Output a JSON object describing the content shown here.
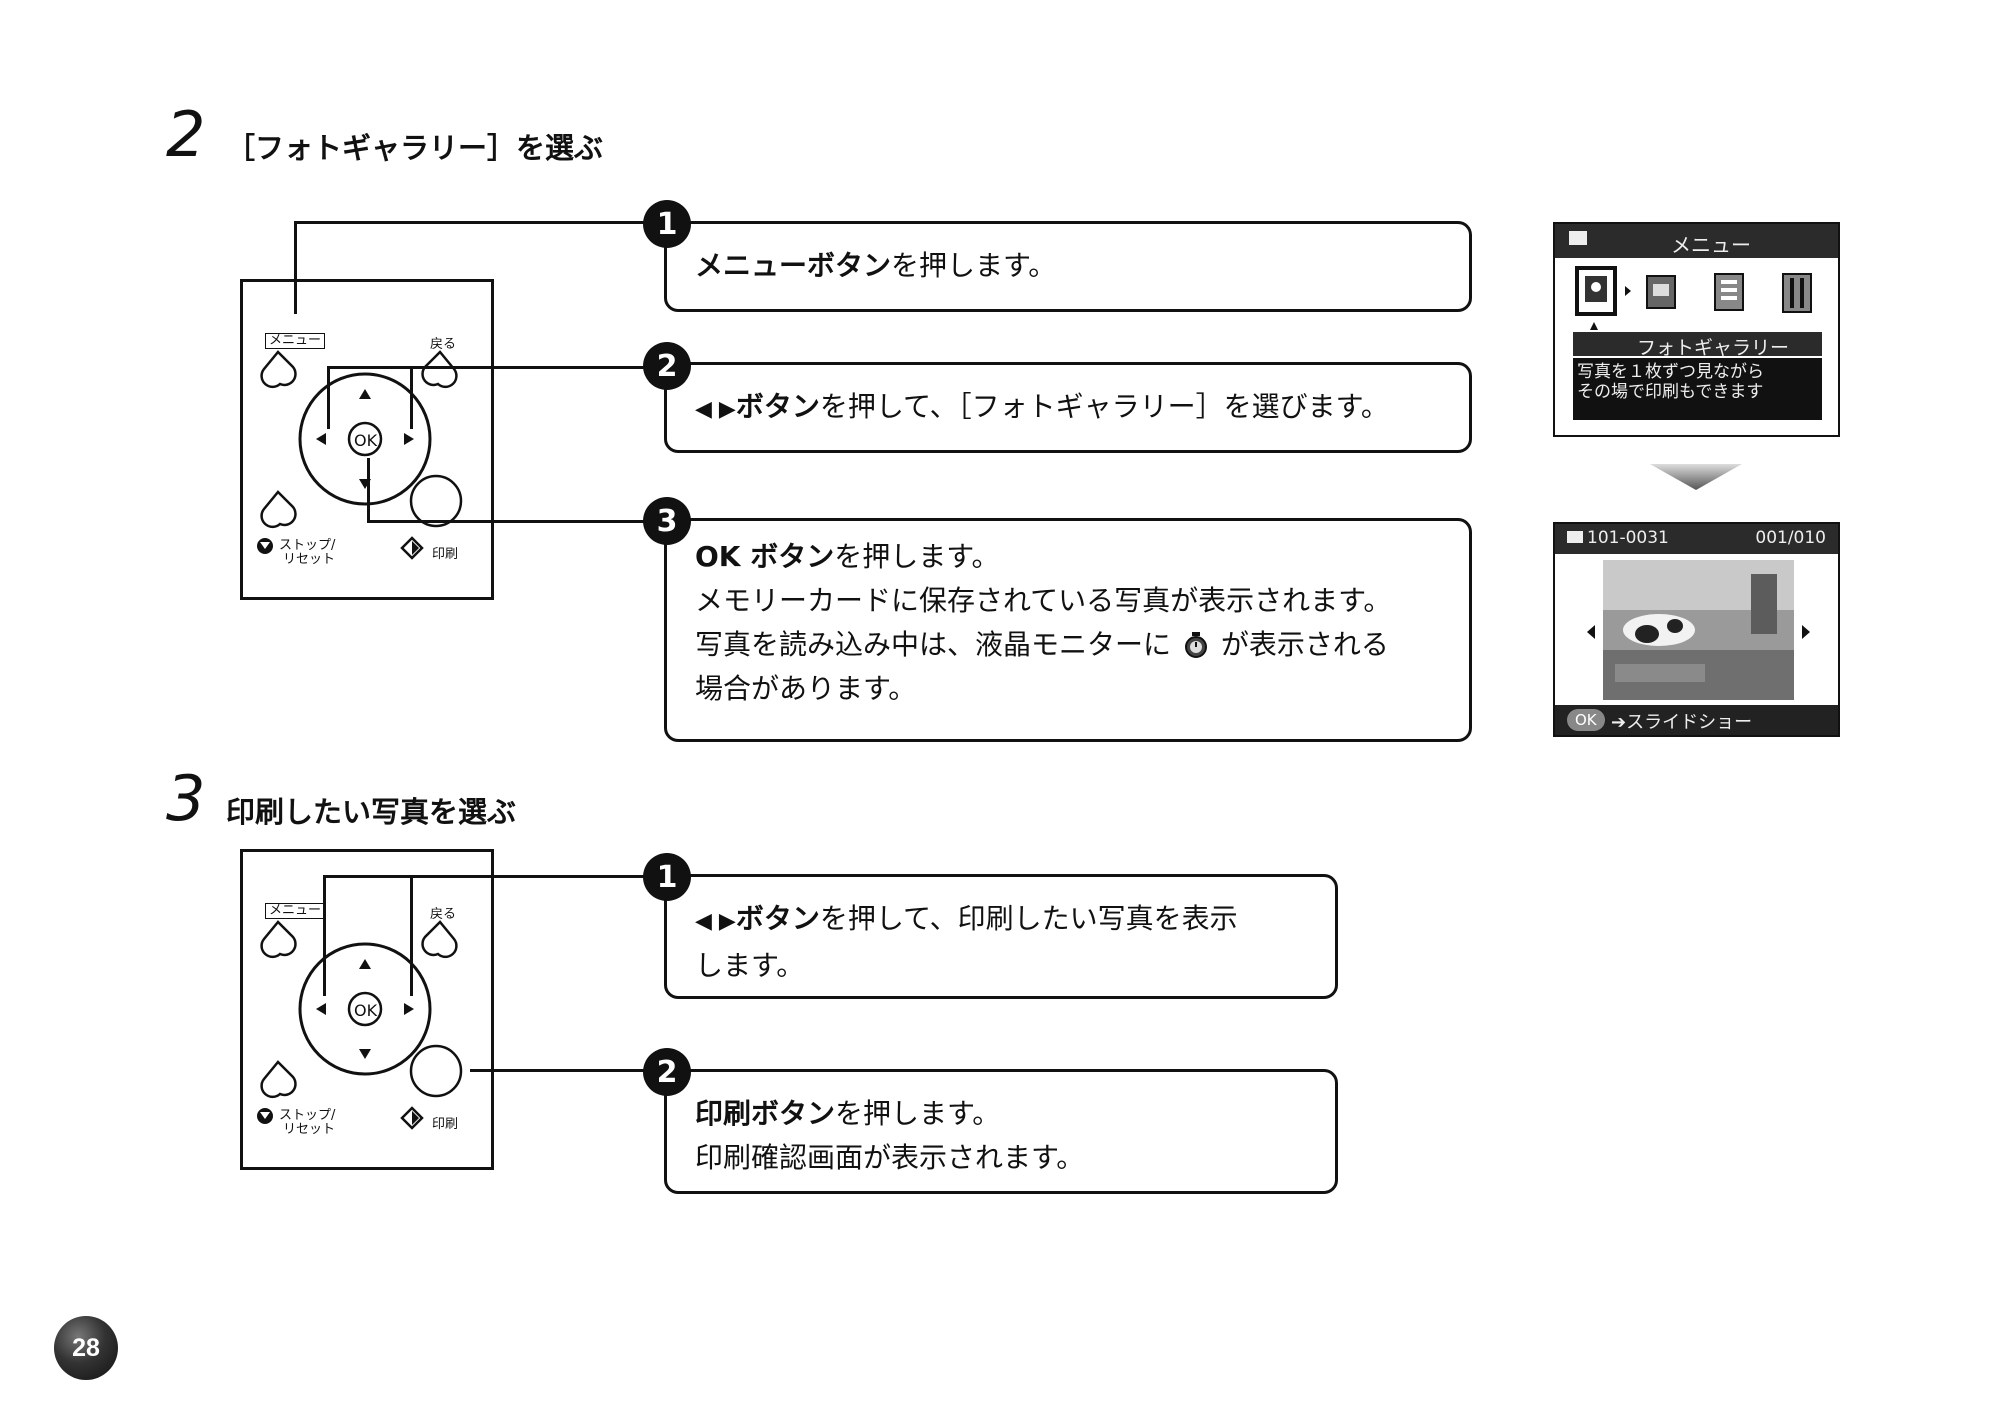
{
  "step2": {
    "number": "2",
    "title": "［フォトギャラリー］を選ぶ",
    "items": [
      {
        "badge": "1",
        "bold": "メニューボタン",
        "text": "を押します。",
        "lines": []
      },
      {
        "badge": "2",
        "arrows": "◀ ▶",
        "bold": "ボタン",
        "text": "を押して、［フォトギャラリー］を選びます。",
        "lines": []
      },
      {
        "badge": "3",
        "bold": "OK ボタン",
        "text": "を押します。",
        "lines": [
          "メモリーカードに保存されている写真が表示されます。",
          "写真を読み込み中は、液晶モニターに",
          "が表示される",
          "場合があります。"
        ]
      }
    ],
    "timer_icon": "timer-icon"
  },
  "step3": {
    "number": "3",
    "title": "印刷したい写真を選ぶ",
    "items": [
      {
        "badge": "1",
        "arrows": "◀ ▶",
        "bold": "ボタン",
        "text": "を押して、印刷したい写真を表示",
        "lines": [
          "します。"
        ]
      },
      {
        "badge": "2",
        "bold": "印刷ボタン",
        "text": "を押します。",
        "lines": [
          "印刷確認画面が表示されます。"
        ]
      }
    ]
  },
  "panel": {
    "menu_label": "メニュー",
    "back_label": "戻る",
    "ok_label": "OK",
    "stop_label_1": "ストップ/",
    "stop_label_2": "リセット",
    "print_label": "印刷"
  },
  "lcd_menu": {
    "header": "メニュー",
    "caption": "フォトギャラリー",
    "desc_1": "写真を１枚ずつ見ながら",
    "desc_2": "その場で印刷もできます",
    "icons": [
      "photo-gallery-icon",
      "layout-icon",
      "document-icon",
      "tools-icon"
    ]
  },
  "lcd_photo": {
    "file": "101-0031",
    "counter": "001/010",
    "footer_ok": "OK",
    "footer_text": "➔スライドショー"
  },
  "page_number": "28"
}
